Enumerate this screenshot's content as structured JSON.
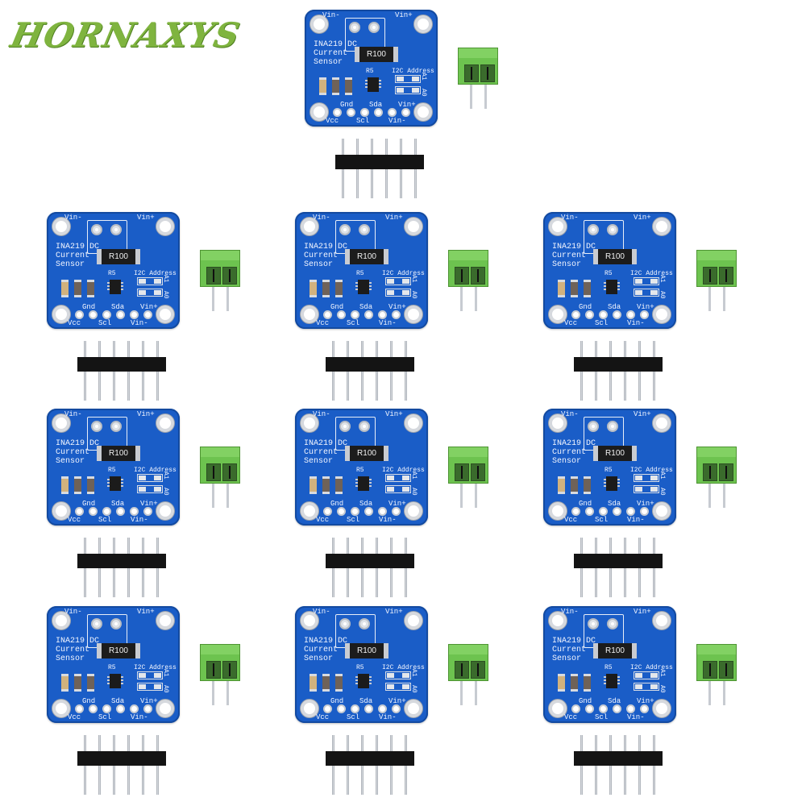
{
  "brand": "HORNAXYS",
  "board": {
    "title": "INA219 DC\nCurrent\nSensor",
    "vin_minus": "Vin-",
    "vin_plus": "Vin+",
    "resistor": "R100",
    "r5": "R5",
    "i2c": "I2C Address",
    "a0": "A0",
    "a1": "A1",
    "pins_top": [
      "Gnd",
      "Sda",
      "Vin+"
    ],
    "pins_bottom": [
      "Vcc",
      "Scl",
      "Vin-"
    ]
  },
  "colors": {
    "pcb": "#1a5dc7",
    "terminal": "#6dc34f",
    "brand": "#7fb43f"
  },
  "quantity": 10
}
